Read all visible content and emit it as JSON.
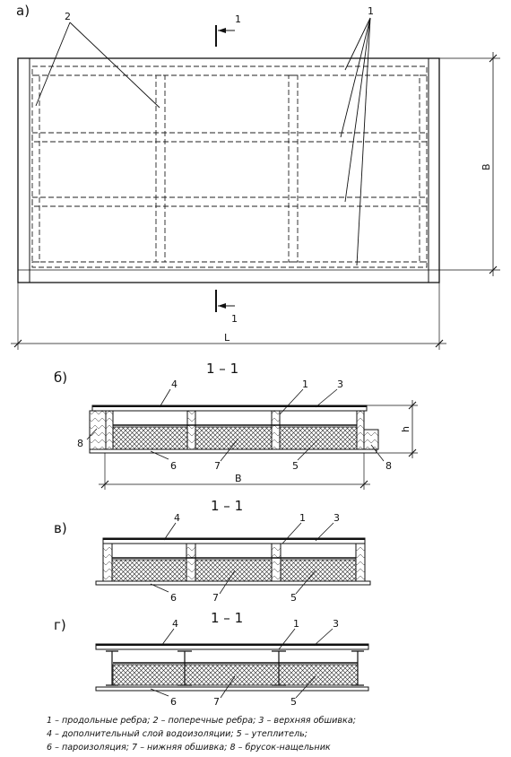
{
  "view_a": {
    "label": "а)",
    "cut_number": "1",
    "dim_length": "L",
    "dim_width": "B",
    "callout_ribs_transverse": "2",
    "callout_ribs_longitudinal": "1"
  },
  "section_b": {
    "label": "б)",
    "title": "1 – 1",
    "callouts": [
      "4",
      "1",
      "3",
      "8",
      "6",
      "7",
      "5",
      "8"
    ],
    "dim_width": "B",
    "dim_height": "h"
  },
  "section_v": {
    "label": "в)",
    "title": "1 – 1",
    "callouts": [
      "4",
      "1",
      "3",
      "6",
      "7",
      "5"
    ]
  },
  "section_g": {
    "label": "г)",
    "title": "1 – 1",
    "callouts": [
      "4",
      "1",
      "3",
      "6",
      "7",
      "5"
    ]
  },
  "legend": {
    "line1": "1 – продольные ребра; 2 – поперечные ребра; 3 – верхняя обшивка;",
    "line2": "4 – дополнительный слой водоизоляции; 5 – утеплитель;",
    "line3": "6 – пароизоляция; 7 – нижняя обшивка; 8 – брусок-нащельник"
  }
}
